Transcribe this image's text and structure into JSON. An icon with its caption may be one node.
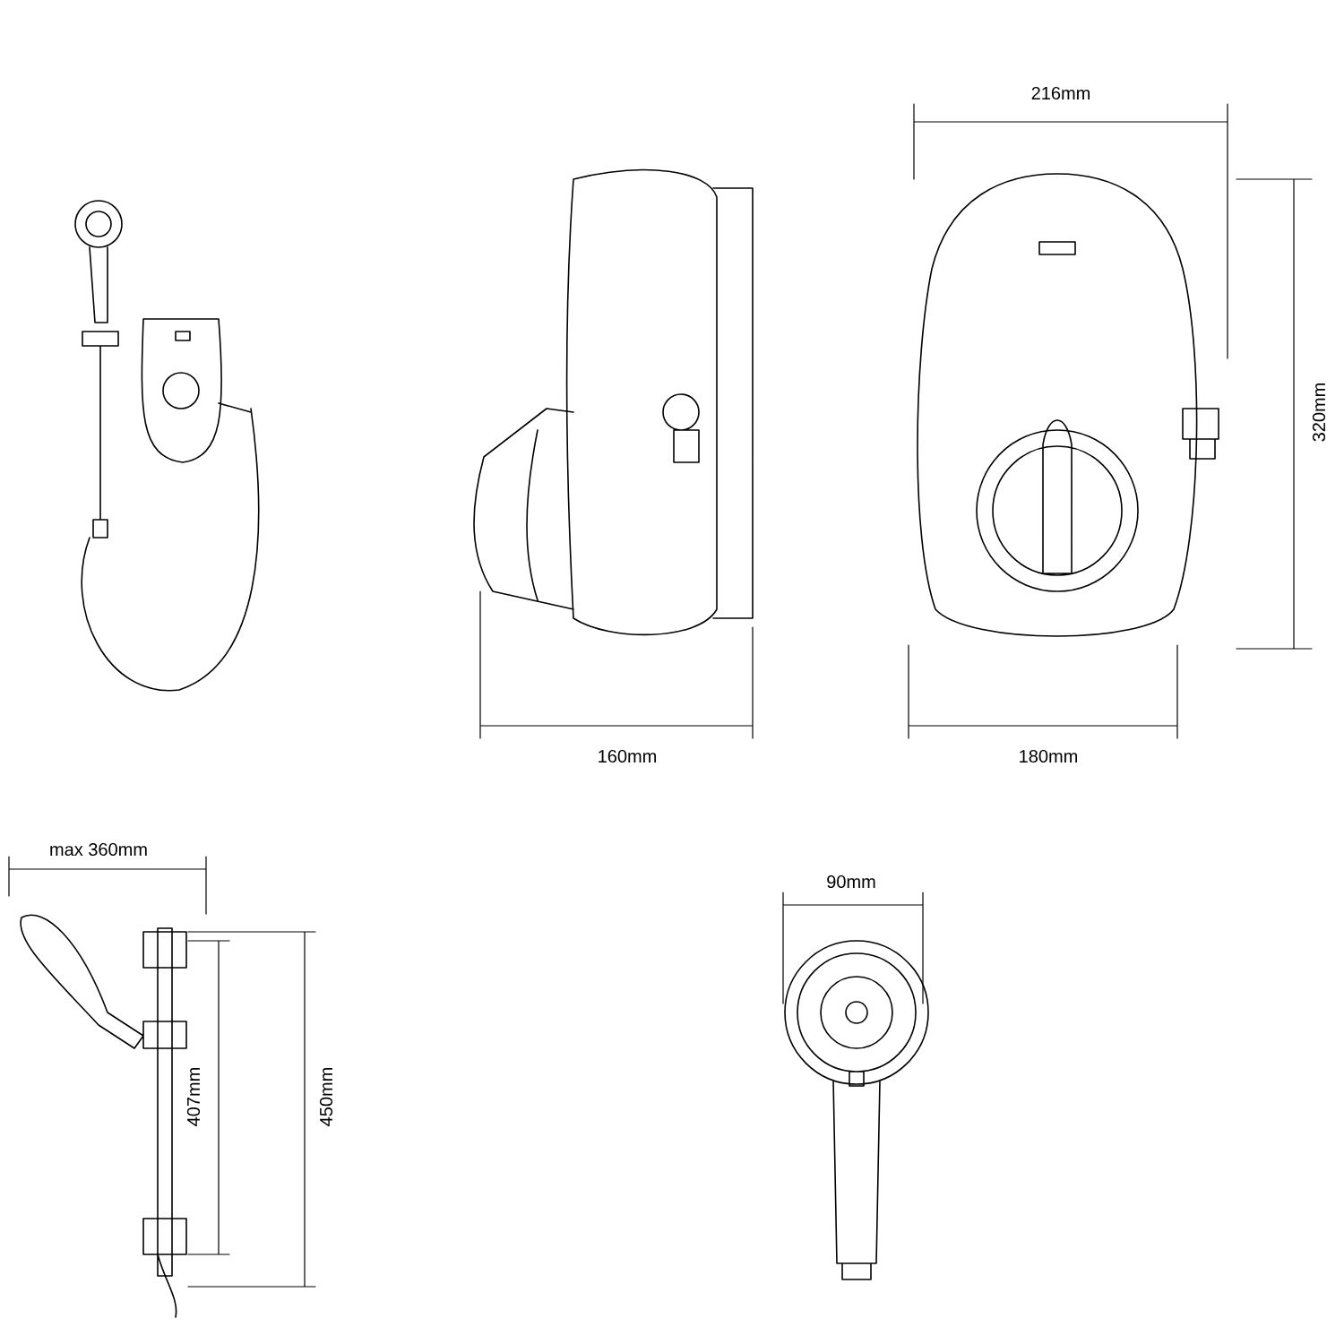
{
  "diagram": {
    "labels": [
      "216mm",
      "320mm",
      "160mm",
      "180mm",
      "max 360mm",
      "90mm",
      "407mm",
      "450mm"
    ]
  }
}
